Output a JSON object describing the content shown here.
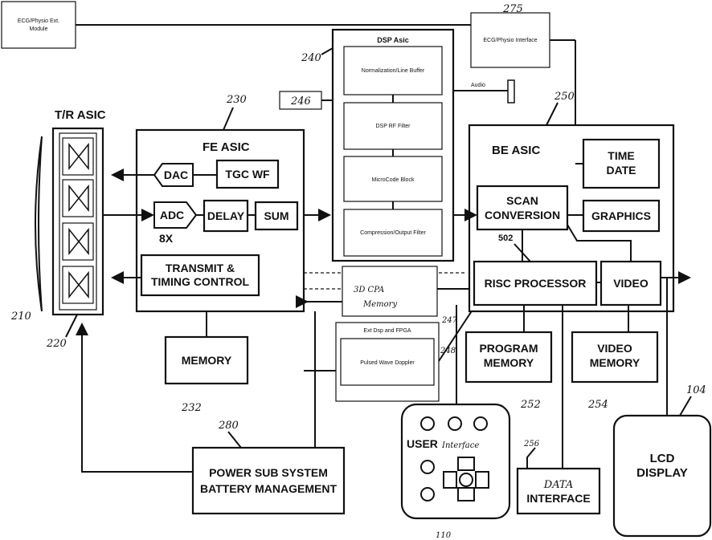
{
  "blocks": {
    "ecg_module": [
      "ECG/Physio Ext.",
      "Module"
    ],
    "ecg_interface": "ECG/Physio Interface",
    "dsp_asic": "DSP Asic",
    "dsp_units": [
      "Normalization/Line Buffer",
      "DSP RF Filter",
      "MicroCode Block",
      "Compression/Output Filter"
    ],
    "audio": "Audio",
    "tr_asic": "T/R ASIC",
    "fe_asic": "FE ASIC",
    "dac": "DAC",
    "tgc_wf": "TGC WF",
    "adc": "ADC",
    "delay": "DELAY",
    "sum": "SUM",
    "adc_count": "8X",
    "transmit": [
      "TRANSMIT &",
      "TIMING CONTROL"
    ],
    "memory": "MEMORY",
    "be_asic": "BE ASIC",
    "time_date": [
      "TIME",
      "DATE"
    ],
    "scan_conversion": [
      "SCAN",
      "CONVERSION"
    ],
    "graphics": "GRAPHICS",
    "risc": "RISC PROCESSOR",
    "video": "VIDEO",
    "cpa_memory": [
      "3D CPA",
      "Memory"
    ],
    "ext_fpga": "Ext Dsp and FPGA",
    "pulsed_wave": "Pulsed Wave Doppler",
    "program_memory": [
      "PROGRAM",
      "MEMORY"
    ],
    "video_memory": [
      "VIDEO",
      "MEMORY"
    ],
    "power": [
      "POWER SUB SYSTEM",
      "BATTERY MANAGEMENT"
    ],
    "user_interface": [
      "USER",
      "Interface"
    ],
    "data_interface": [
      "DATA",
      "INTERFACE"
    ],
    "lcd": [
      "LCD",
      "DISPLAY"
    ]
  },
  "refs": {
    "r275": "275",
    "r240": "240",
    "r246": "246",
    "r250": "250",
    "r230": "230",
    "r210": "210",
    "r220": "220",
    "r502": "502",
    "r232": "232",
    "r280": "280",
    "r252": "252",
    "r254": "254",
    "r256": "256",
    "r104": "104",
    "r110": "110",
    "r247": "247",
    "r248": "248"
  }
}
